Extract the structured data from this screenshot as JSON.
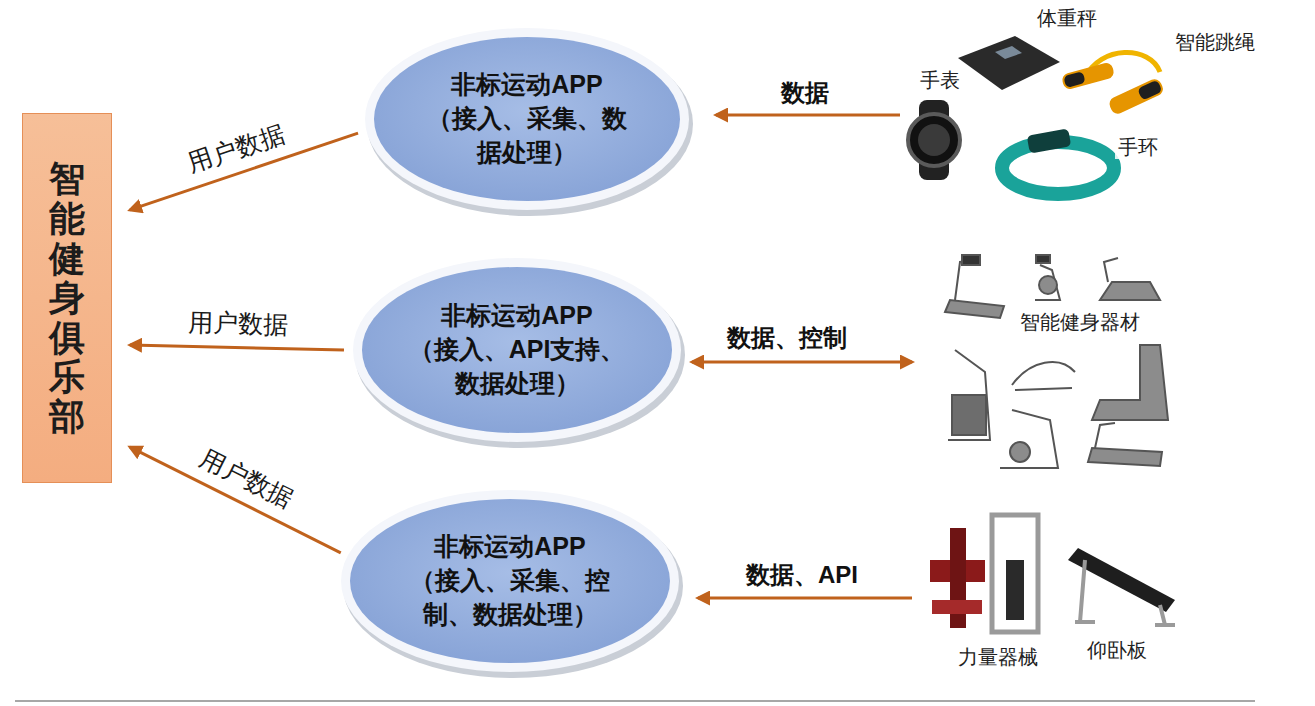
{
  "diagram": {
    "nodes": [
      {
        "text": [
          "智能健身俱乐部"
        ]
      },
      {
        "text": [
          "非标运动APP",
          "（接入、采集、数据处理）"
        ]
      },
      {
        "text": [
          "非标运动APP",
          "（接入、API支持、数据处理）"
        ]
      },
      {
        "text": [
          "非标运动APP",
          "（接入、采集、控制、数据处理）"
        ]
      }
    ],
    "edges": [
      {
        "from": 1,
        "to": 0,
        "label": "用户数据",
        "arrow": "to"
      },
      {
        "from": 2,
        "to": 0,
        "label": "用户数据",
        "arrow": "to"
      },
      {
        "from": 3,
        "to": 0,
        "label": "用户数据",
        "arrow": "to"
      }
    ],
    "labels": [
      "体重秤",
      "智能跳绳",
      "手表",
      "手环",
      "数据",
      "智能健身器材",
      "数据、控制",
      "力量器械",
      "仰卧板",
      "数据、API"
    ]
  }
}
